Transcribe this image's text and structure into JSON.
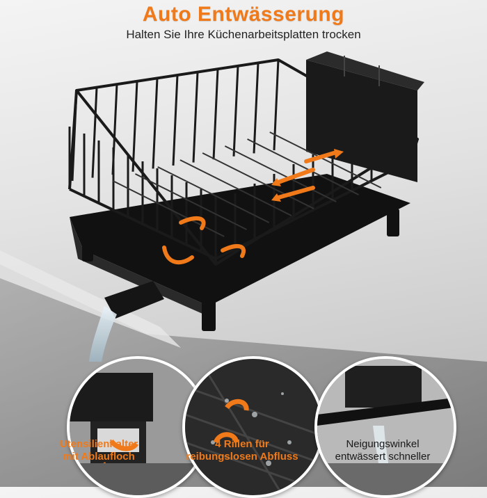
{
  "header": {
    "title": "Auto Entwässerung",
    "subtitle": "Halten Sie Ihre Küchenarbeitsplatten trocken"
  },
  "features": [
    {
      "line1": "Utensilienhalter",
      "line2": "mit Ablaufloch"
    },
    {
      "line1": "4 Rillen für",
      "line2": "reibungslosen Abfluss"
    },
    {
      "line1": "Neigungswinkel",
      "line2": "entwässert schneller"
    }
  ],
  "colors": {
    "accent": "#f07a1a",
    "rack": "#1c1c1c",
    "background": "#d8d8d8"
  },
  "icons": [
    "drain-arrow-icon",
    "water-flow-icon"
  ]
}
